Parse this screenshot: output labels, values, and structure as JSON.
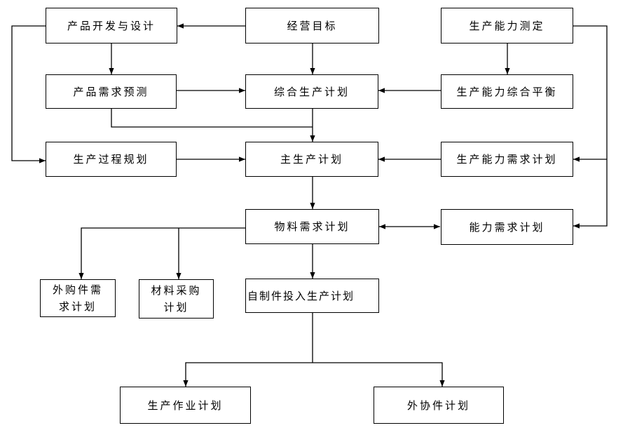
{
  "nodes": {
    "product_design": "产品开发与设计",
    "business_goal": "经营目标",
    "capacity_measure": "生产能力测定",
    "demand_forecast": "产品需求预测",
    "aggregate_plan": "综合生产计划",
    "capacity_balance": "生产能力综合平衡",
    "process_planning": "生产过程规划",
    "master_schedule": "主生产计划",
    "capacity_demand_plan": "生产能力需求计划",
    "mrp": "物料需求计划",
    "capacity_requirements": "能力需求计划",
    "purchased_parts": "外购件需\n求计划",
    "material_purchasing": "材料采购\n计划",
    "in_house_parts": "自制件投入生产计划",
    "operations_plan": "生产作业计划",
    "outsourced_parts": "外协件计划"
  },
  "line_color": "#000000"
}
